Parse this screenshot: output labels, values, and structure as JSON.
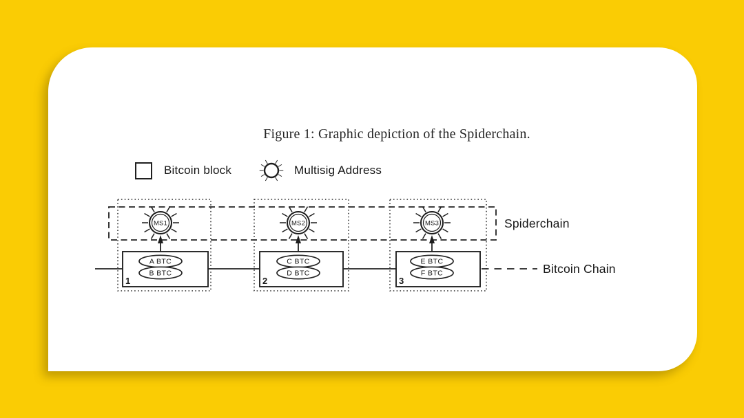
{
  "figure": {
    "caption": "Figure 1:  Graphic depiction of the Spiderchain."
  },
  "legend": {
    "bitcoin_block": "Bitcoin block",
    "multisig_address": "Multisig Address"
  },
  "labels": {
    "spiderchain": "Spiderchain",
    "bitcoin_chain": "Bitcoin Chain"
  },
  "units": [
    {
      "block_number": "1",
      "multisig_label": "MS1",
      "outputs": [
        "A BTC",
        "B BTC"
      ]
    },
    {
      "block_number": "2",
      "multisig_label": "MS2",
      "outputs": [
        "C BTC",
        "D BTC"
      ]
    },
    {
      "block_number": "3",
      "multisig_label": "MS3",
      "outputs": [
        "E BTC",
        "F BTC"
      ]
    }
  ],
  "colors": {
    "background": "#FACC04",
    "card": "#FFFFFF",
    "ink": "#1F1F1F"
  }
}
